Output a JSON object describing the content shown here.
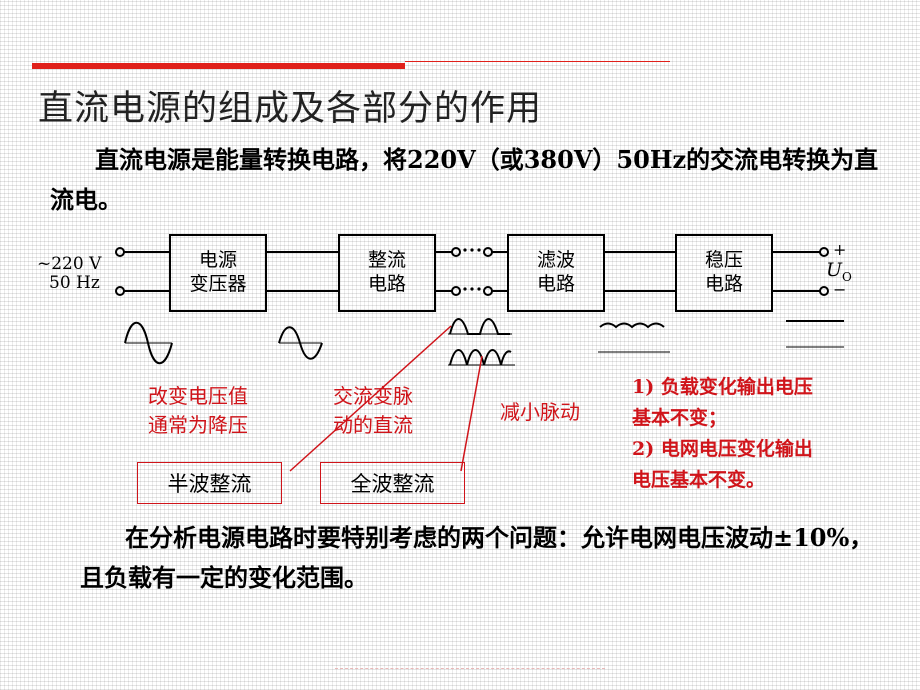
{
  "title": "直流电源的组成及各部分的作用",
  "intro": "直流电源是能量转换电路，将220V（或380V）50Hz的交流电转换为直流电。",
  "input": {
    "voltage": "~220 V",
    "freq": "50 Hz"
  },
  "blocks": [
    {
      "line1": "电源",
      "line2": "变压器"
    },
    {
      "line1": "整流",
      "line2": "电路"
    },
    {
      "line1": "滤波",
      "line2": "电路"
    },
    {
      "line1": "稳压",
      "line2": "电路"
    }
  ],
  "output": {
    "plus": "+",
    "minus": "−",
    "u": "U",
    "sub": "O"
  },
  "annotations": {
    "transformer": [
      "改变电压值",
      "通常为降压"
    ],
    "rectifier": [
      "交流变脉",
      "动的直流"
    ],
    "filter": "减小脉动",
    "regulator": [
      "1) 负载变化输出电压",
      "基本不变；",
      "2) 电网电压变化输出",
      "电压基本不变。"
    ]
  },
  "boxes": {
    "half_wave": "半波整流",
    "full_wave": "全波整流"
  },
  "conclusion": "在分析电源电路时要特别考虑的两个问题：允许电网电压波动±10%，且负载有一定的变化范围。"
}
